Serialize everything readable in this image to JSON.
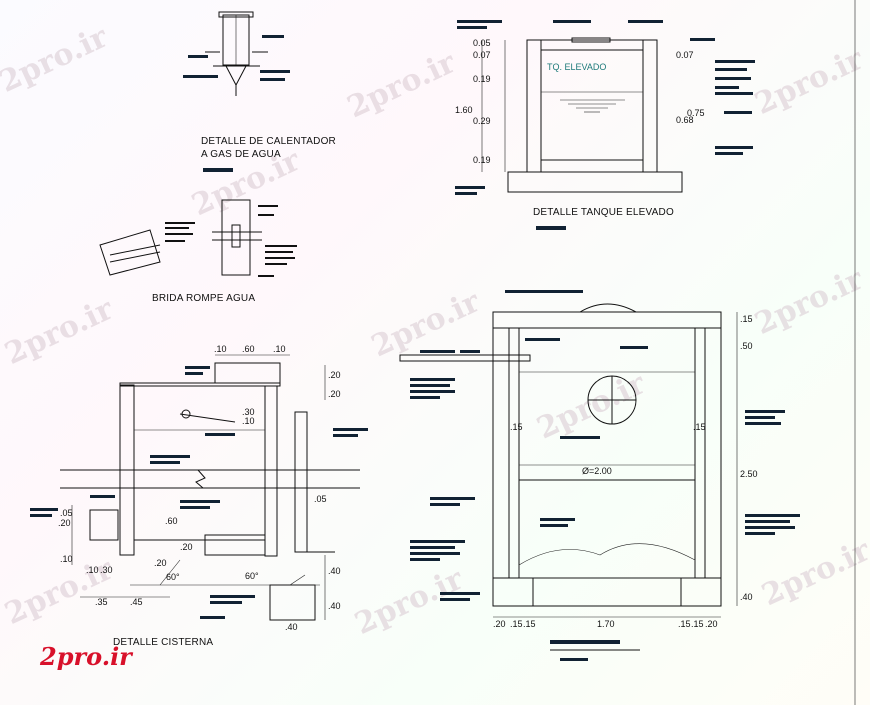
{
  "watermark": "2pro.ir",
  "logo": "2pro.ir",
  "titles": {
    "calentador_line1": "DETALLE DE CALENTADOR",
    "calentador_line2": "A GAS DE AGUA",
    "tanque": "DETALLE TANQUE ELEVADO",
    "brida": "BRIDA ROMPE AGUA",
    "cisterna": "DETALLE CISTERNA"
  },
  "tanque": {
    "label": "TQ. ELEVADO",
    "dims_left": [
      "0.05",
      "0.07",
      "0.19",
      "1.60",
      "0.29",
      "0.19"
    ],
    "dims_right": [
      "0.07",
      "0.75",
      "0.68"
    ]
  },
  "cisterna": {
    "dims_top": [
      ".10",
      ".60",
      ".10"
    ],
    "dims_right": [
      ".20",
      ".20",
      ".05",
      ".40",
      ".40"
    ],
    "dims_inner": [
      ".30",
      ".10",
      ".60",
      ".20",
      ".20",
      ".20"
    ],
    "dims_left": [
      ".05",
      ".10",
      ".10",
      ".30"
    ],
    "dims_bottom": [
      ".35",
      ".45",
      ".40"
    ],
    "angles": [
      "60°",
      "60°"
    ]
  },
  "big_section": {
    "diameter": "Ø=2.00",
    "dims_right": [
      ".15",
      ".50",
      "2.50",
      ".40"
    ],
    "dims_inner": [
      ".15",
      ".15"
    ],
    "dims_bottom": [
      ".20",
      ".15",
      ".15",
      "1.70",
      ".15",
      ".15",
      ".20"
    ]
  }
}
